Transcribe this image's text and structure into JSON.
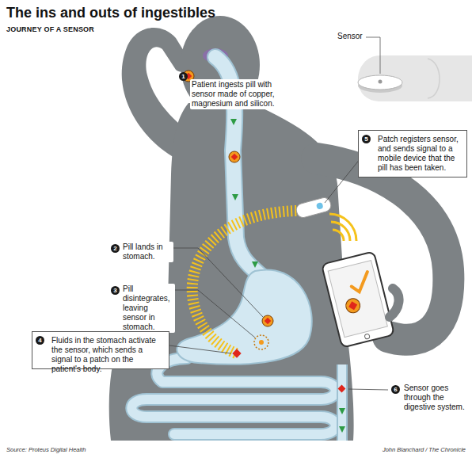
{
  "diagram": {
    "title": "The ins and outs of ingestibles",
    "nodes": [
      {
        "text": [
          "5",
          "Patch registers sensor, and sends signal to a mobile device that the pill has been taken."
        ]
      },
      {
        "text": [
          "4",
          "Fluids in the stomach activate the sensor, which sends a signal to a patch on the patient's body."
        ]
      }
    ],
    "labels": [
      "JOURNEY OF A SENSOR",
      "Sensor",
      "1",
      "Patient ingests pill with sensor made of copper, magnesium and silicon.",
      "2",
      "Pill lands in stomach.",
      "3",
      "Pill disintegrates, leaving sensor in stomach.",
      "6",
      "Sensor goes through the digestive system.",
      "Source: Proteus Digital Health",
      "John Blanchard / The Chronicle"
    ]
  }
}
